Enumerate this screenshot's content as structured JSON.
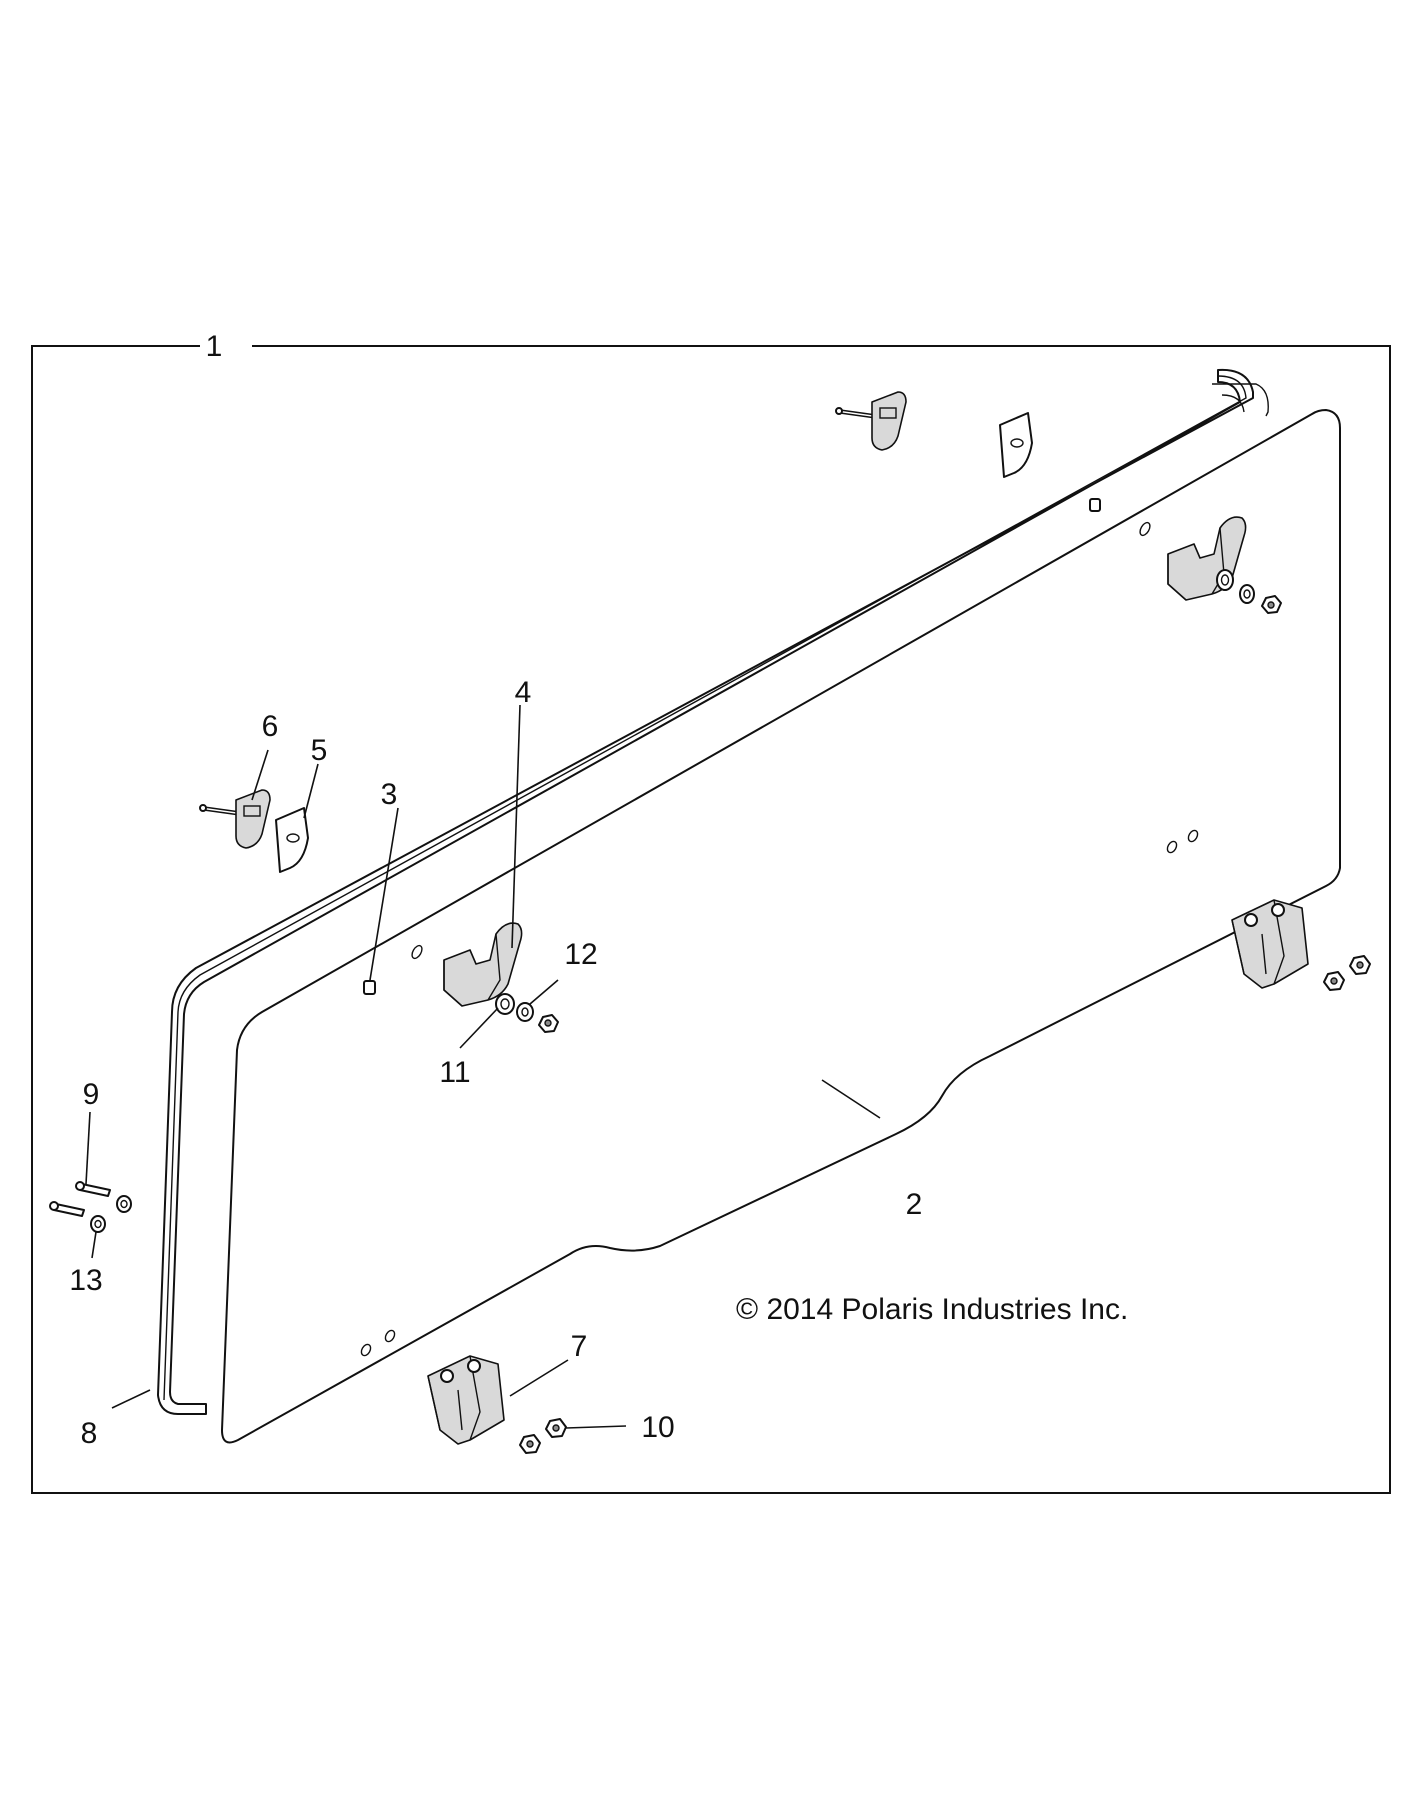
{
  "diagram": {
    "copyright": "© 2014 Polaris Industries Inc.",
    "callouts": [
      "1",
      "2",
      "3",
      "4",
      "5",
      "6",
      "7",
      "8",
      "9",
      "10",
      "11",
      "12",
      "13"
    ]
  }
}
